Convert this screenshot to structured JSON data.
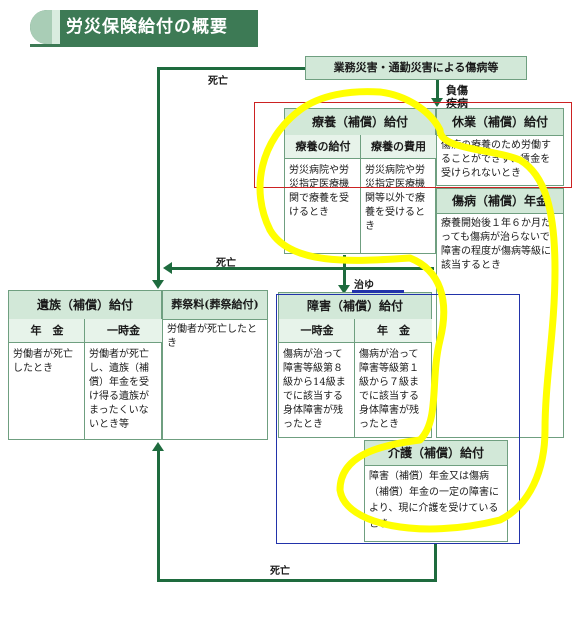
{
  "title": "労災保険給付の概要",
  "source_box": "業務災害・通勤災害による傷病等",
  "labels": {
    "death_top": "死亡",
    "death_mid": "死亡",
    "death_bottom": "死亡",
    "injury": "負傷",
    "illness": "疾病",
    "cured": "治ゆ"
  },
  "medical": {
    "header": "療養（補償）給付",
    "col1_header": "療養の給付",
    "col1_text": "労災病院や労災指定医療機関で療養を受けるとき",
    "col2_header": "療養の費用",
    "col2_text": "労災病院や労災指定医療機関等以外で療養を受けるとき"
  },
  "leave": {
    "header": "休業（補償）給付",
    "text": "傷病の療養のため労働することができず、賃金を受けられないとき"
  },
  "sick_pension": {
    "header": "傷病（補償）年金",
    "text": "療養開始後１年６か月たっても傷病が治らないで障害の程度が傷病等級に該当するとき"
  },
  "survivor": {
    "header": "遺族（補償）給付",
    "col1_header": "年　金",
    "col1_text": "労働者が死亡したとき",
    "col2_header": "一時金",
    "col2_text": "労働者が死亡し、遺族（補償）年金を受け得る遺族がまったくいないとき等"
  },
  "funeral": {
    "header": "葬祭料(葬祭給付)",
    "text": "労働者が死亡したとき"
  },
  "disability": {
    "header": "障害（補償）給付",
    "col1_header": "一時金",
    "col1_text": "傷病が治って障害等級第８級から14級までに該当する身体障害が残ったとき",
    "col2_header": "年　金",
    "col2_text": "傷病が治って障害等級第１級から７級までに該当する身体障害が残ったとき"
  },
  "care": {
    "header": "介護（補償）給付",
    "text": "障害（補償）年金又は傷病（補償）年金の一定の障害により、現に介護を受けているとき"
  },
  "colors": {
    "theme_green": "#3d7a55",
    "header_fill": "#d2e8d8",
    "arrow": "#1e6b3e",
    "highlight_yellow": "#ffff00",
    "annotation_red": "#cc2222",
    "annotation_blue": "#2233aa"
  }
}
